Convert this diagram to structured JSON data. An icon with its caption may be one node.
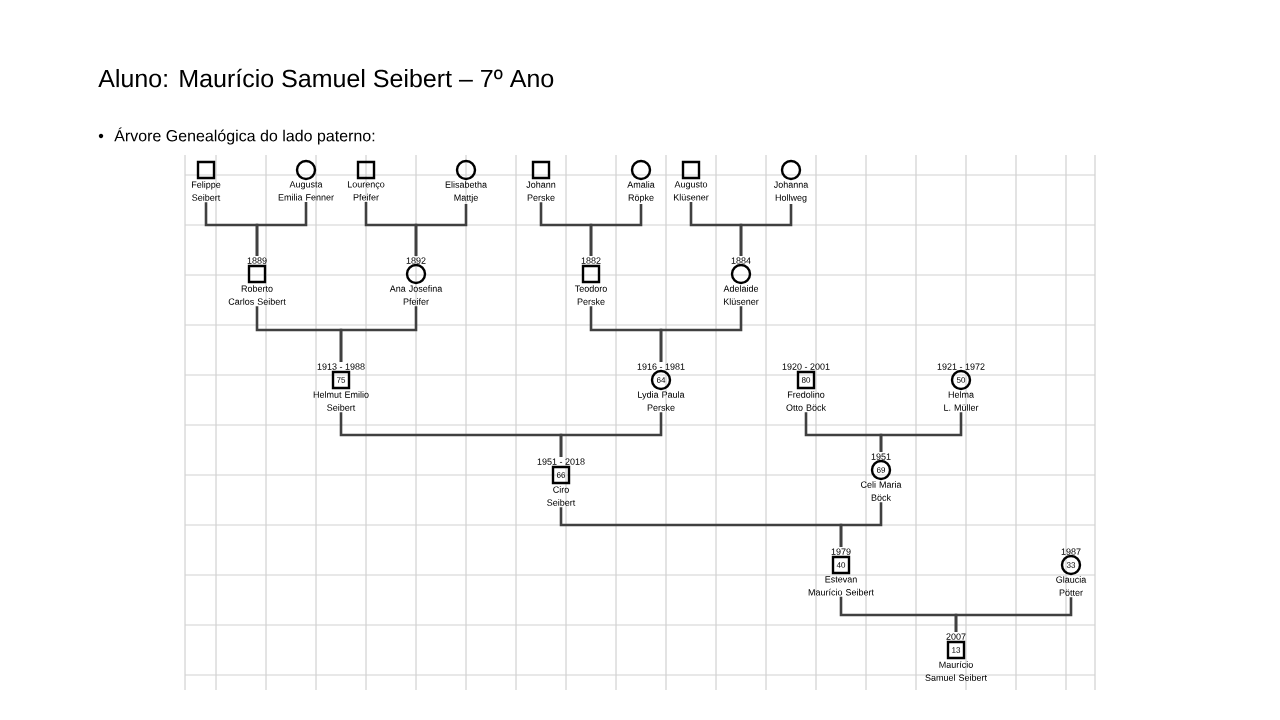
{
  "diagram": {
    "title": "Aluno: Maurício Samuel Seibert – 7º Ano",
    "nodes": [
      {
        "text": [
          "Felippe Seibert"
        ]
      },
      {
        "text": [
          "Augusta Emilia Fenner"
        ]
      },
      {
        "text": [
          "Lourenço Pfeifer"
        ]
      },
      {
        "text": [
          "Elisabetha Mattje"
        ]
      },
      {
        "text": [
          "Johann Perske"
        ]
      },
      {
        "text": [
          "Amalia Röpke"
        ]
      },
      {
        "text": [
          "Augusto Klüsener"
        ]
      },
      {
        "text": [
          "Johanna Hollweg"
        ]
      },
      {
        "text": [
          "1889",
          "Roberto Carlos Seibert"
        ]
      },
      {
        "text": [
          "1892",
          "Ana Josefina Pfeifer"
        ]
      },
      {
        "text": [
          "1882",
          "Teodoro Perske"
        ]
      },
      {
        "text": [
          "1884",
          "Adelaide Klüsener"
        ]
      },
      {
        "text": [
          "1913 - 1988",
          "75",
          "Helmut Emilio Seibert"
        ]
      },
      {
        "text": [
          "1916 - 1981",
          "64",
          "Lydia Paula Perske"
        ]
      },
      {
        "text": [
          "1920 - 2001",
          "80",
          "Fredolino Otto Böck"
        ]
      },
      {
        "text": [
          "1921 - 1972",
          "50",
          "Helma L. Müller"
        ]
      },
      {
        "text": [
          "1951 - 2018",
          "66",
          "Ciro Seibert"
        ]
      },
      {
        "text": [
          "1951",
          "69",
          "Celi Maria Böck"
        ]
      },
      {
        "text": [
          "1979",
          "40",
          "Estevan Maurício Seibert"
        ]
      },
      {
        "text": [
          "1987",
          "33",
          "Glaucia Pötter"
        ]
      },
      {
        "text": [
          "2007",
          "13",
          "Maurício Samuel Seibert"
        ]
      }
    ],
    "edges": [
      {
        "from": 0,
        "to": 8,
        "arrow": "none"
      },
      {
        "from": 1,
        "to": 8,
        "arrow": "none"
      },
      {
        "from": 2,
        "to": 9,
        "arrow": "none"
      },
      {
        "from": 3,
        "to": 9,
        "arrow": "none"
      },
      {
        "from": 4,
        "to": 10,
        "arrow": "none"
      },
      {
        "from": 5,
        "to": 10,
        "arrow": "none"
      },
      {
        "from": 6,
        "to": 11,
        "arrow": "none"
      },
      {
        "from": 7,
        "to": 11,
        "arrow": "none"
      },
      {
        "from": 8,
        "to": 12,
        "arrow": "none"
      },
      {
        "from": 9,
        "to": 12,
        "arrow": "none"
      },
      {
        "from": 10,
        "to": 13,
        "arrow": "none"
      },
      {
        "from": 11,
        "to": 13,
        "arrow": "none"
      },
      {
        "from": 12,
        "to": 16,
        "arrow": "none"
      },
      {
        "from": 13,
        "to": 16,
        "arrow": "none"
      },
      {
        "from": 14,
        "to": 17,
        "arrow": "none"
      },
      {
        "from": 15,
        "to": 17,
        "arrow": "none"
      },
      {
        "from": 16,
        "to": 18,
        "arrow": "none"
      },
      {
        "from": 17,
        "to": 18,
        "arrow": "none"
      },
      {
        "from": 18,
        "to": 20,
        "arrow": "none"
      },
      {
        "from": 19,
        "to": 20,
        "arrow": "none"
      }
    ],
    "labels": [
      "Árvore Genealógica do lado paterno:"
    ]
  }
}
